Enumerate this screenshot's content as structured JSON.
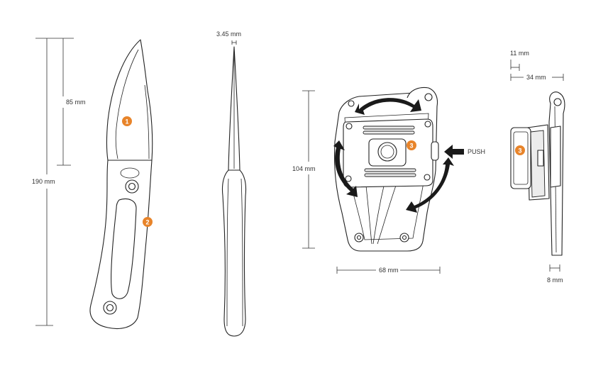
{
  "dimensions": {
    "overall_length": "190 mm",
    "blade_length": "85 mm",
    "blade_thickness": "3.45 mm",
    "sheath_height": "104 mm",
    "sheath_width": "68 mm",
    "clip_depth_small": "11 mm",
    "clip_depth": "34 mm",
    "sheath_thickness": "8 mm"
  },
  "callouts": {
    "blade": "1",
    "handle": "2",
    "sheath_clip": "3",
    "sheath_clip_side": "3"
  },
  "push_label": "PUSH",
  "colors": {
    "badge": "#e8842a",
    "line": "#222222"
  }
}
